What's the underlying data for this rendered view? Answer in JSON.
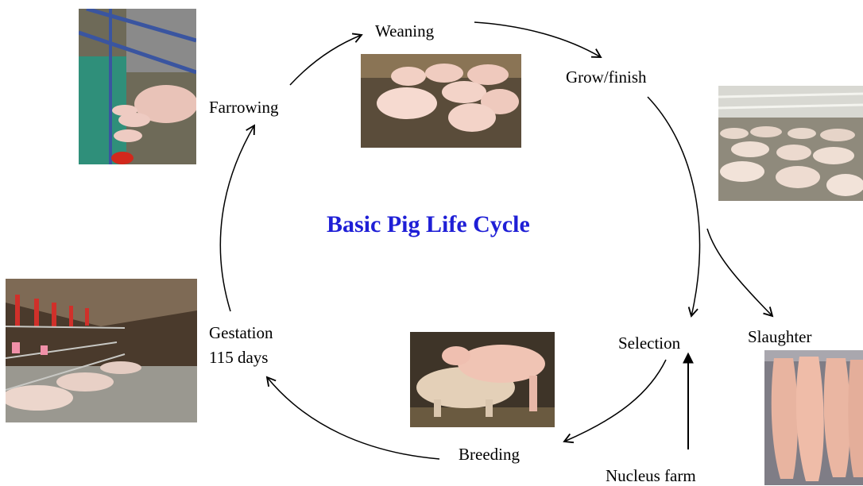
{
  "diagram": {
    "title": "Basic Pig Life Cycle",
    "title_color": "#1f1fd6",
    "stages": {
      "weaning": "Weaning",
      "grow_finish": "Grow/finish",
      "selection": "Selection",
      "slaughter": "Slaughter",
      "breeding": "Breeding",
      "nucleus_farm": "Nucleus farm",
      "gestation": "Gestation",
      "gestation_duration": "115 days",
      "farrowing": "Farrowing"
    },
    "photos": [
      "farrowing-crate-photo",
      "weaned-piglets-photo",
      "finishing-barn-photo",
      "gestation-stalls-photo",
      "breeding-pigs-photo",
      "carcasses-photo"
    ]
  }
}
